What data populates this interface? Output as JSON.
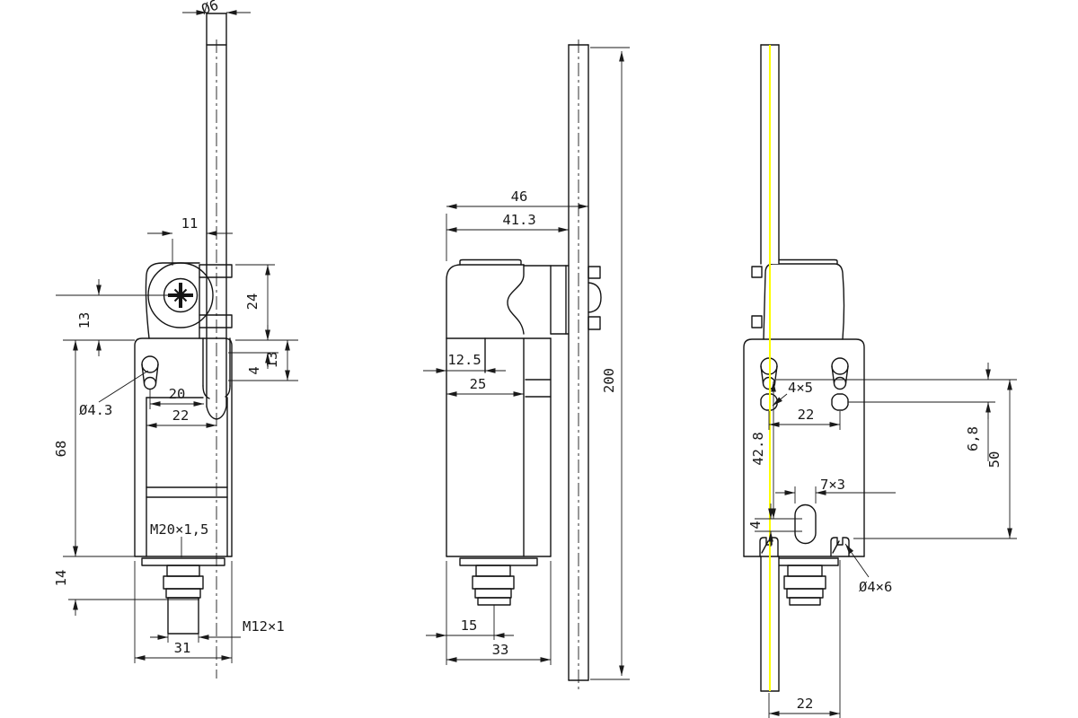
{
  "drawing": {
    "type": "technical-dimension-drawing",
    "subject": "safety-limit-switch-with-rod-actuator",
    "background_color": "#ffffff",
    "line_color": "#1a1a1a",
    "highlight_color": "#ffff00",
    "views": {
      "front": {
        "label": "front-view",
        "dims": {
          "rod_diameter": "Ø6",
          "clamp_width": "11",
          "head_height": "24",
          "screw_to_plate": "13",
          "head_step": "4",
          "plate_to_rod_tip": "13",
          "slot_to_rod": "20",
          "edge_to_rod_center": "22",
          "slot_diameter": "Ø4.3",
          "plate_height": "68",
          "gland_thread": "M20×1,5",
          "connector_height": "14",
          "connector_thread": "M12×1",
          "body_width": "31"
        }
      },
      "side": {
        "label": "side-view",
        "dims": {
          "head_depth_full": "46",
          "head_depth_to_rod": "41.3",
          "rod_length": "200",
          "body_half_depth": "12.5",
          "body_depth": "25",
          "connector_offset": "15",
          "base_depth": "33"
        }
      },
      "rear": {
        "label": "rear-view",
        "dims": {
          "hole_size": "4×5",
          "hole_spacing": "22",
          "plate_span": "42.8",
          "hole_row_gap": "6,8",
          "hole_to_notch": "50",
          "slot_size": "7×3",
          "slot_offset": "4",
          "notch_size": "Ø4×6",
          "rod_to_notch": "22"
        }
      }
    }
  }
}
